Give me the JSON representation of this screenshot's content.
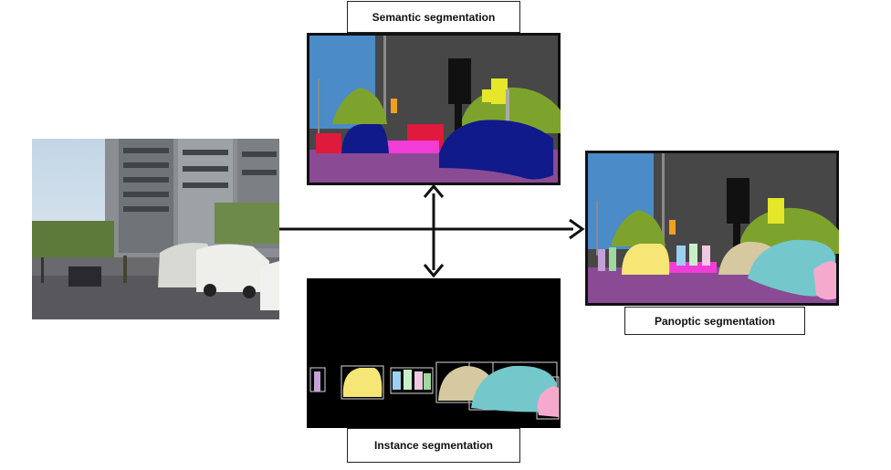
{
  "labels": {
    "semantic": "Semantic segmentation",
    "panoptic": "Panoptic segmentation",
    "instance": "Instance segmentation"
  },
  "colors": {
    "sky": "#4a8bc8",
    "building": "#474747",
    "road": "#8a4a94",
    "vegetation": "#7ea32c",
    "car_semantic": "#101a8a",
    "person": "#e01a3c",
    "sidewalk": "#f23cd8",
    "traffic_sign": "#e6e62a",
    "traffic_light": "#f0a020",
    "car_yellow": "#f5e675",
    "car_tan": "#d6c8a0",
    "car_teal": "#74c8cc",
    "car_pink": "#f5aacd",
    "arrow": "#111111"
  }
}
